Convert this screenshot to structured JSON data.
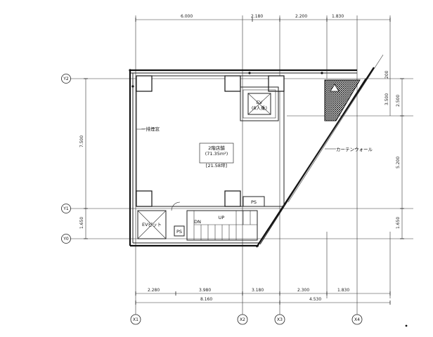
{
  "dimensions": {
    "top": [
      "6.000",
      "2.180",
      "2.200",
      "1.830"
    ],
    "bottom_row1": [
      "2.280",
      "3.980",
      "3.180",
      "2.300",
      "1.830"
    ],
    "bottom_row2": [
      "8.160",
      "4.530"
    ],
    "left": [
      "7.500",
      "1.650"
    ],
    "right": [
      "2.500",
      "5.200",
      "1.650"
    ],
    "right_top": "3.500",
    "right_corner": "200"
  },
  "grid": {
    "y": [
      "Y2",
      "Y1",
      "Y0"
    ],
    "x": [
      "X1",
      "X2",
      "X3",
      "X4"
    ]
  },
  "labels": {
    "ev_title": "EV",
    "ev_capacity": "(8人乗)",
    "room_title": "2階店舗",
    "room_area_m2": "(71.35m²)",
    "room_area_tsubo": "[21.58坪]",
    "window_note": "一排煙窓",
    "curtain_wall": "カーテンウォール",
    "ps_label": "PS",
    "shaft_label": "EVピット",
    "ps_small": "PS",
    "up_label": "UP",
    "down_label": "DN"
  }
}
